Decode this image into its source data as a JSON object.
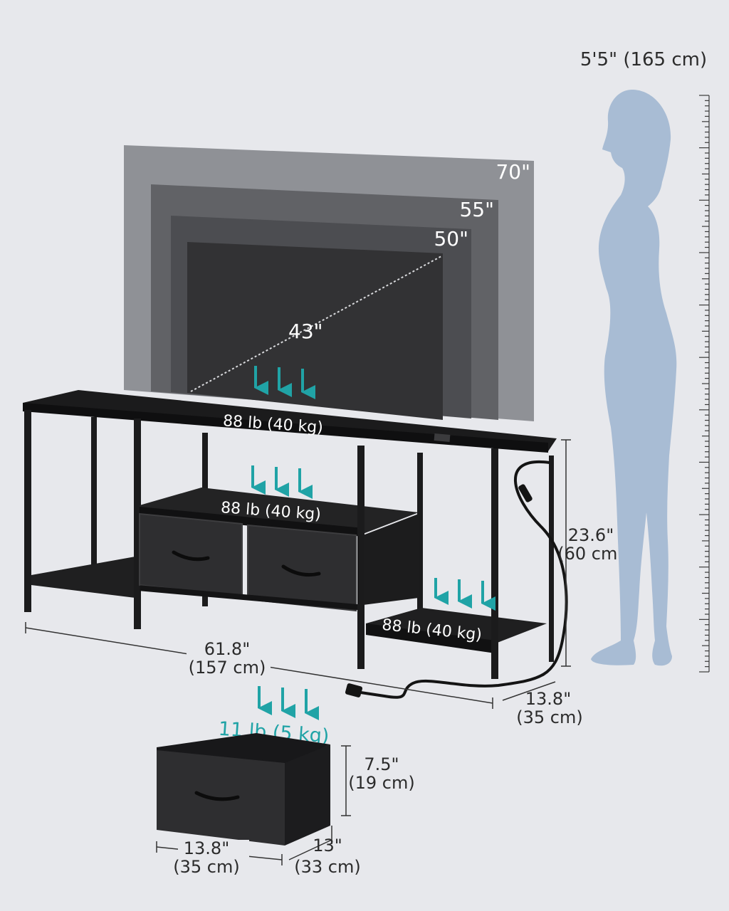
{
  "person_height": "5'5\" (165 cm)",
  "tv_sizes": {
    "s70": "70\"",
    "s55": "55\"",
    "s50": "50\"",
    "s43": "43\""
  },
  "loads": {
    "top": "88 lb (40 kg)",
    "middle": "88 lb (40 kg)",
    "side": "88 lb (40 kg)",
    "drawer": "11 lb (5 kg)"
  },
  "dimensions": {
    "stand_height_in": "23.6\"",
    "stand_height_cm": "(60 cm)",
    "stand_width_in": "61.8\"",
    "stand_width_cm": "(157 cm)",
    "stand_depth_in": "13.8\"",
    "stand_depth_cm": "(35 cm)",
    "drawer_height_in": "7.5\"",
    "drawer_height_cm": "(19 cm)",
    "drawer_width_in": "13.8\"",
    "drawer_width_cm": "(35 cm)",
    "drawer_depth_in": "13\"",
    "drawer_depth_cm": "(33 cm)"
  },
  "colors": {
    "background": "#e7e8ec",
    "furniture": "#1b1b1c",
    "fabric": "#2e2e30",
    "tv_screen": "#323234",
    "silhouette": "#a8bcd4",
    "arrow": "#20a3a6",
    "text": "#2b2b2b"
  }
}
